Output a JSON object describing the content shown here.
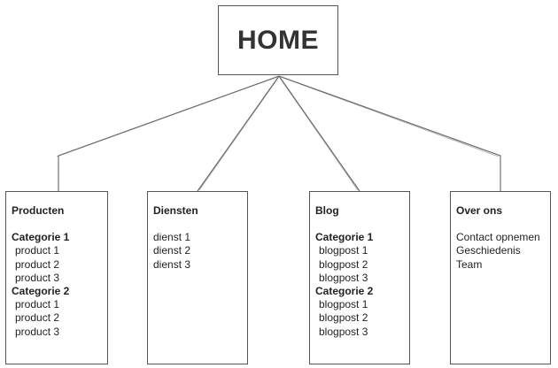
{
  "home": {
    "title": "HOME"
  },
  "columns": [
    {
      "title": "Producten",
      "lines": [
        {
          "text": "Categorie 1",
          "kind": "head"
        },
        {
          "text": "product 1",
          "kind": "sub"
        },
        {
          "text": "product 2",
          "kind": "sub"
        },
        {
          "text": "product 3",
          "kind": "sub"
        },
        {
          "text": "Categorie 2",
          "kind": "head"
        },
        {
          "text": "product 1",
          "kind": "sub"
        },
        {
          "text": "product 2",
          "kind": "sub"
        },
        {
          "text": "product 3",
          "kind": "sub"
        }
      ]
    },
    {
      "title": "Diensten",
      "lines": [
        {
          "text": "dienst 1",
          "kind": "plain"
        },
        {
          "text": "dienst 2",
          "kind": "plain"
        },
        {
          "text": "dienst 3",
          "kind": "plain"
        }
      ]
    },
    {
      "title": "Blog",
      "lines": [
        {
          "text": "Categorie 1",
          "kind": "head"
        },
        {
          "text": "blogpost 1",
          "kind": "sub"
        },
        {
          "text": "blogpost 2",
          "kind": "sub"
        },
        {
          "text": "blogpost 3",
          "kind": "sub"
        },
        {
          "text": "Categorie 2",
          "kind": "head"
        },
        {
          "text": "blogpost 1",
          "kind": "sub"
        },
        {
          "text": "blogpost 2",
          "kind": "sub"
        },
        {
          "text": "blogpost 3",
          "kind": "sub"
        }
      ]
    },
    {
      "title": "Over ons",
      "lines": [
        {
          "text": "Contact opnemen",
          "kind": "plain"
        },
        {
          "text": "Geschiedenis",
          "kind": "plain"
        },
        {
          "text": "Team",
          "kind": "plain"
        }
      ]
    }
  ],
  "colors": {
    "stroke": "#555555",
    "text": "#222222"
  }
}
